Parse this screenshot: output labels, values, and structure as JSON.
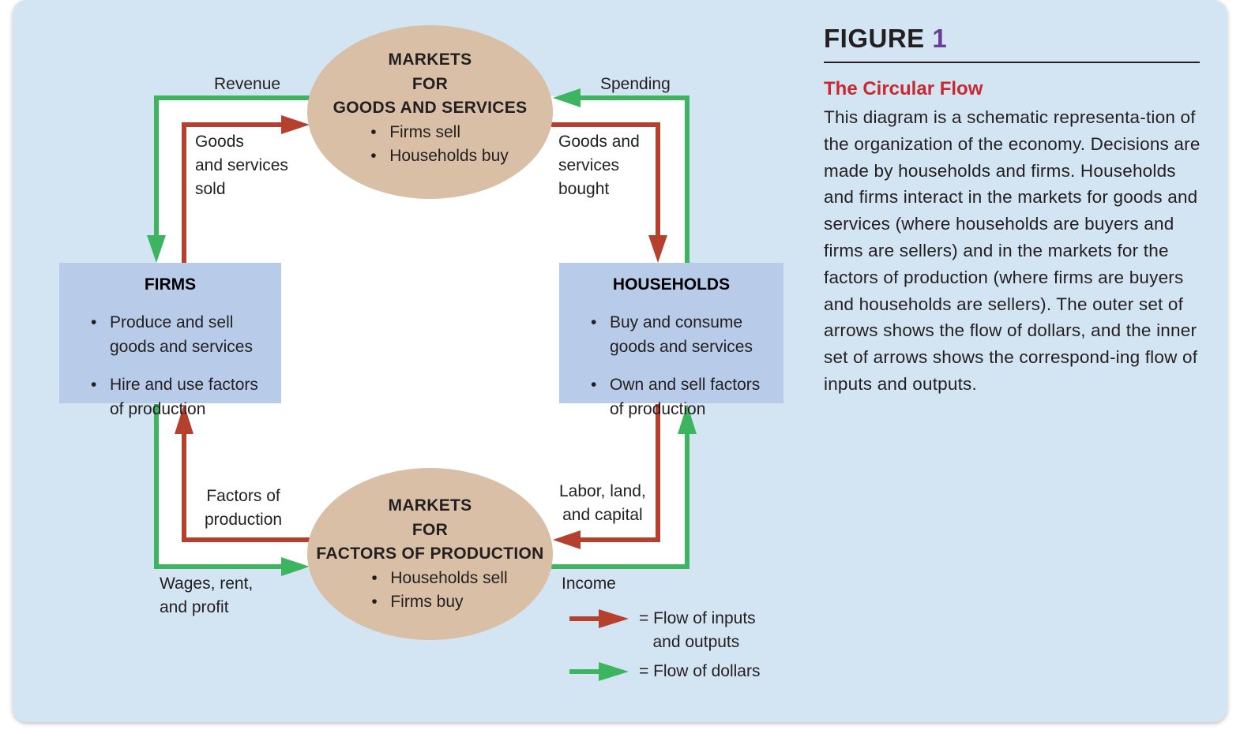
{
  "figure": {
    "label": "FIGURE",
    "number": "1",
    "caption_title": "The Circular Flow",
    "caption_body": "This diagram is a schematic representa-tion of the organization of the economy. Decisions are made by households and firms. Households and firms interact in the markets for goods and services (where households are buyers and firms are sellers) and in the markets for the factors of production (where firms are buyers and households are sellers). The outer set of arrows shows the flow of dollars, and the inner set of arrows shows the correspond-ing flow of inputs and outputs."
  },
  "diagram": {
    "goods_market": {
      "title_line1": "MARKETS",
      "title_line2": "FOR",
      "title_line3": "GOODS AND SERVICES",
      "bullets": [
        "Firms sell",
        "Households buy"
      ]
    },
    "factors_market": {
      "title_line1": "MARKETS",
      "title_line2": "FOR",
      "title_line3": "FACTORS OF PRODUCTION",
      "bullets": [
        "Households sell",
        "Firms buy"
      ]
    },
    "firms": {
      "title": "FIRMS",
      "bullets": [
        "Produce and sell\ngoods and services",
        "Hire and use factors\nof production"
      ]
    },
    "households": {
      "title": "HOUSEHOLDS",
      "bullets": [
        "Buy and consume\ngoods and services",
        "Own and sell factors\nof production"
      ]
    },
    "flow_labels": {
      "revenue": "Revenue",
      "spending": "Spending",
      "goods_sold": "Goods\nand services\nsold",
      "goods_bought": "Goods and\nservices\nbought",
      "factors": "Factors of\nproduction",
      "labor": "Labor, land,\nand capital",
      "wages": "Wages, rent,\nand profit",
      "income": "Income"
    },
    "legend": {
      "inputs_outputs": "= Flow of inputs\n   and outputs",
      "dollars": "= Flow of dollars"
    },
    "colors": {
      "inputs_outputs_arrow": "#b5402e",
      "dollars_arrow": "#3db460",
      "oval_fill": "#d9bfa6",
      "box_fill": "#b8cbe8",
      "panel_background": "#d3e4f2",
      "caption_title": "#c8282e",
      "figure_number": "#6a3d97"
    }
  }
}
